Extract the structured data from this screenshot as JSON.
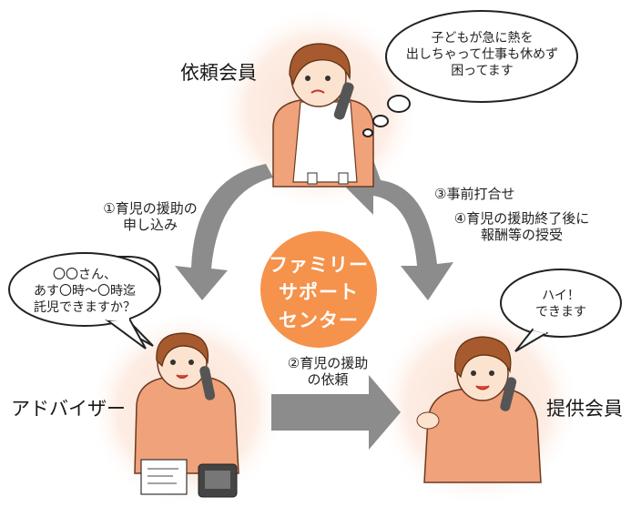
{
  "roles": {
    "requester": "依頼会員",
    "advisor": "アドバイザー",
    "provider": "提供会員"
  },
  "center": {
    "lines": [
      "ファミリー",
      "サポート",
      "センター"
    ]
  },
  "steps": {
    "step1": {
      "lines": [
        "①育児の援助の",
        "申し込み"
      ]
    },
    "step2": {
      "lines": [
        "②育児の援助",
        "の依頼"
      ]
    },
    "step3": {
      "lines": [
        "③事前打合せ"
      ]
    },
    "step4": {
      "lines": [
        "④育児の援助終了後に",
        "報酬等の授受"
      ]
    }
  },
  "bubbles": {
    "requester": {
      "lines": [
        "子どもが急に熱を",
        "出しちゃって仕事も休めず",
        "困ってます"
      ]
    },
    "advisor": {
      "lines": [
        "〇〇さん、",
        "あす〇時～〇時迄",
        "託児できますか？"
      ]
    },
    "provider": {
      "lines": [
        "ハイ！",
        "できます"
      ]
    }
  },
  "colors": {
    "center_circle": "#F5924B",
    "arrow": "#8C8C8C",
    "glow": "#FCE6DA",
    "jacket": "#F0A27A",
    "hair": "#A65A2E",
    "skin": "#FCE3CF"
  },
  "icons": [
    "thought-bubble",
    "speech-bubble",
    "telephone-icon",
    "document-icon"
  ]
}
